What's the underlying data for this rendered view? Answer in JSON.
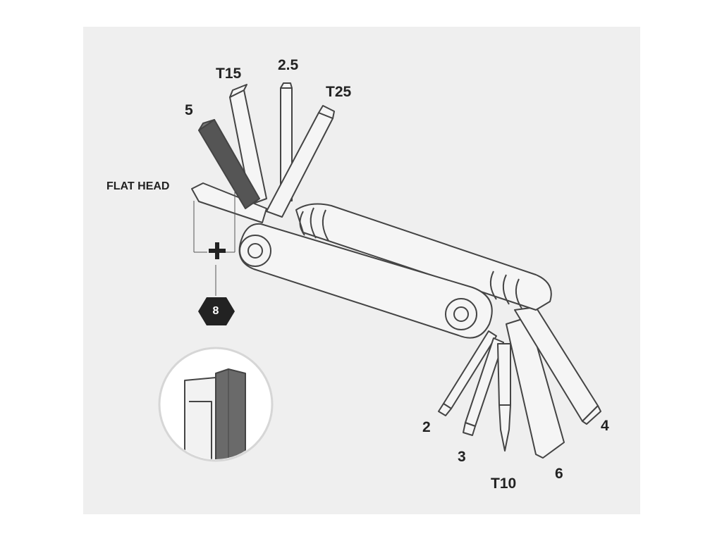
{
  "labels": {
    "t15": "T15",
    "hex_2_5": "2.5",
    "t25": "T25",
    "hex_5": "5",
    "flat_head": "FLAT HEAD",
    "hex_2": "2",
    "hex_3": "3",
    "t10": "T10",
    "hex_6": "6",
    "hex_4": "4"
  },
  "badge": {
    "value": "8",
    "shape": "hexagon",
    "color": "#222222"
  },
  "plus_symbol": "+",
  "colors": {
    "background": "#efefef",
    "outline": "#444444",
    "tool_fill": "#f5f5f5",
    "dark_bit": "#555555"
  },
  "icons": [
    "plus-icon",
    "hexagon-badge-icon",
    "detail-zoom-circle"
  ]
}
